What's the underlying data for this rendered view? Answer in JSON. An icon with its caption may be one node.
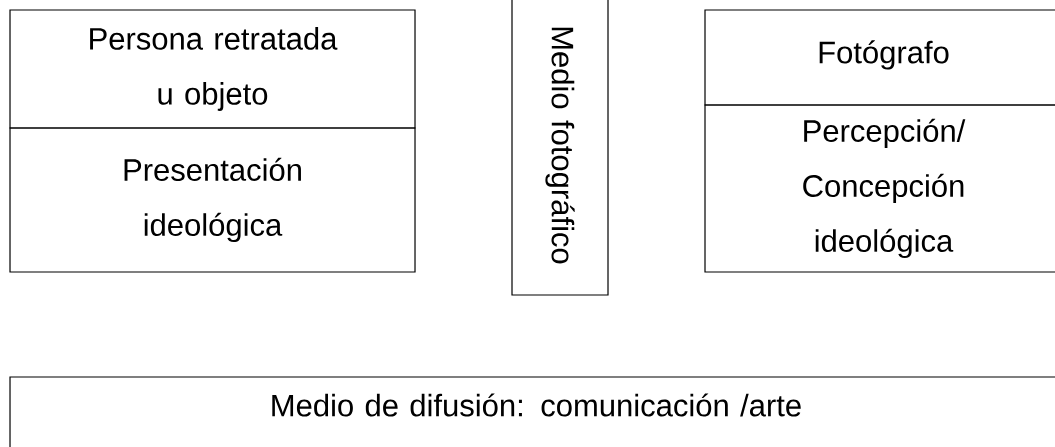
{
  "diagram": {
    "nodes": [
      {
        "text": [
          "Persona retratada u objeto"
        ]
      },
      {
        "text": [
          "Presentación ideológica"
        ]
      },
      {
        "text": [
          "Medio fotográfico"
        ]
      },
      {
        "text": [
          "Fotógrafo"
        ]
      },
      {
        "text": [
          "Percepción/ Concepción ideológica"
        ]
      },
      {
        "text": [
          "Medio de difusión: comunicación /arte"
        ]
      }
    ]
  }
}
